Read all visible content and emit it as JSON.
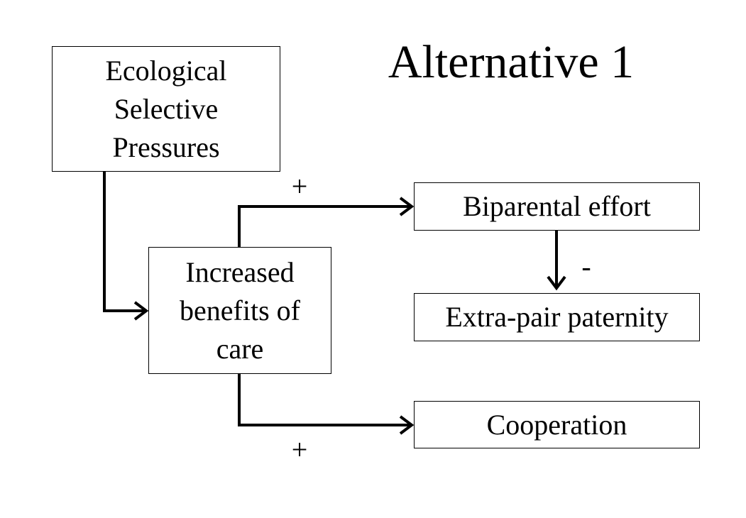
{
  "title": "Alternative 1",
  "boxes": {
    "ecological": "Ecological\nSelective\nPressures",
    "care": "Increased\nbenefits of\ncare",
    "biparental": "Biparental effort",
    "extra_pair": "Extra-pair paternity",
    "cooperation": "Cooperation"
  },
  "signs": {
    "care_to_biparental": "+",
    "biparental_to_extra_pair": "-",
    "care_to_cooperation": "+"
  }
}
